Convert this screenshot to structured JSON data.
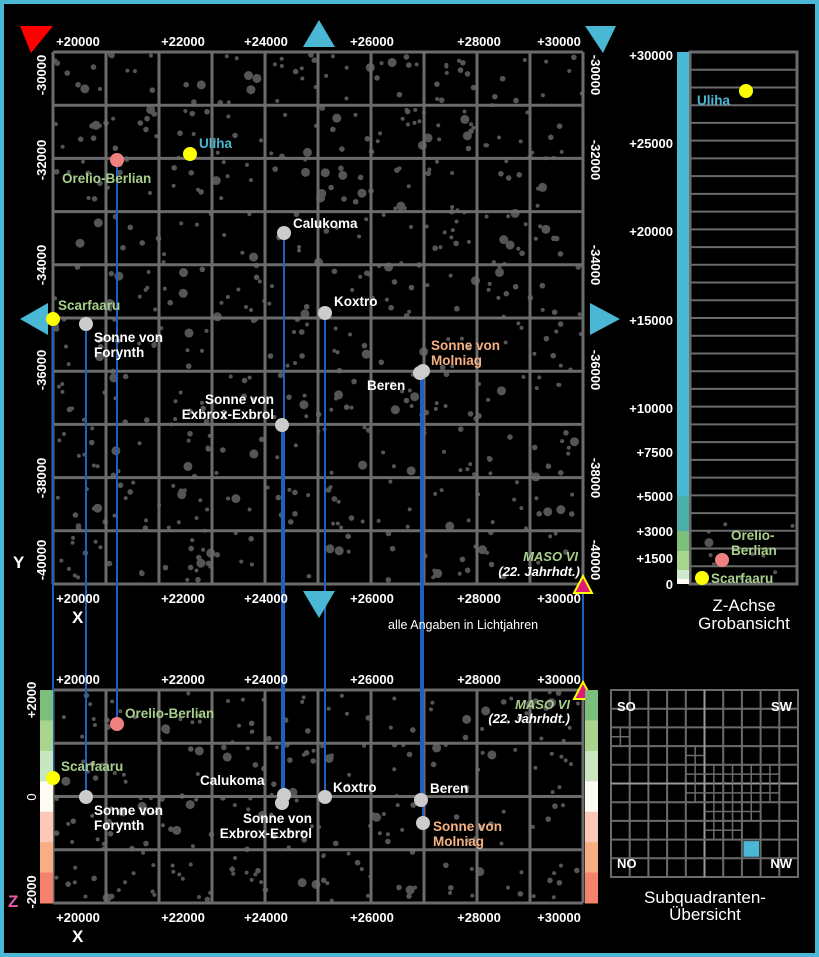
{
  "colors": {
    "frame": "#4ab8d4",
    "grid": "#6b6b6b",
    "star_gray": "#cccccc",
    "star_pink": "#f08080",
    "star_yellow": "#ffff00",
    "line": "#1f5fbf",
    "label_green": "#a8d08d",
    "label_blue": "#4ab8d4",
    "label_salmon": "#f4b183",
    "label_white": "#ffffff"
  },
  "top_map": {
    "x_ticks": [
      "+20000",
      "+22000",
      "+24000",
      "+26000",
      "+28000",
      "+30000"
    ],
    "y_ticks": [
      "-30000",
      "-32000",
      "-34000",
      "-36000",
      "-38000",
      "-40000"
    ],
    "y_axis_label": "Y",
    "x_axis_label": "X",
    "maso_title": "MASO VI",
    "maso_sub": "(22. Jahrhdt.)",
    "unit_note": "alle Angaben in Lichtjahren"
  },
  "stars": {
    "orelio": {
      "l1": "Orelio-Berlian",
      "z1": "Orelio-",
      "z2": "Berlian"
    },
    "uliha": {
      "l1": "Uliha"
    },
    "calukoma": {
      "l1": "Calukoma"
    },
    "koxtro": {
      "l1": "Koxtro"
    },
    "scarfaaru": {
      "l1": "Scarfaaru"
    },
    "forynth": {
      "l1": "Sonne von",
      "l2": "Forynth"
    },
    "molniag": {
      "l1": "Sonne von",
      "l2": "Molniag"
    },
    "beren": {
      "l1": "Beren"
    },
    "exbrox": {
      "l1": "Sonne von",
      "l2": "Exbrox-Exbrol"
    }
  },
  "bottom_map": {
    "x_ticks": [
      "+20000",
      "+22000",
      "+24000",
      "+26000",
      "+28000",
      "+30000"
    ],
    "z_ticks": [
      "+2000",
      "0",
      "-2000"
    ],
    "z_axis_label": "Z",
    "x_axis_label": "X",
    "maso_title": "MASO VI",
    "maso_sub": "(22. Jahrhdt.)"
  },
  "z_panel": {
    "ticks": [
      "+30000",
      "+25000",
      "+20000",
      "+15000",
      "+10000",
      "+7500",
      "+5000",
      "+3000",
      "+1500",
      "0"
    ],
    "caption1": "Z-Achse",
    "caption2": "Grobansicht"
  },
  "subquadrant": {
    "corners": [
      "SO",
      "SW",
      "NO",
      "NW"
    ],
    "caption1": "Subquadranten-",
    "caption2": "Übersicht"
  }
}
